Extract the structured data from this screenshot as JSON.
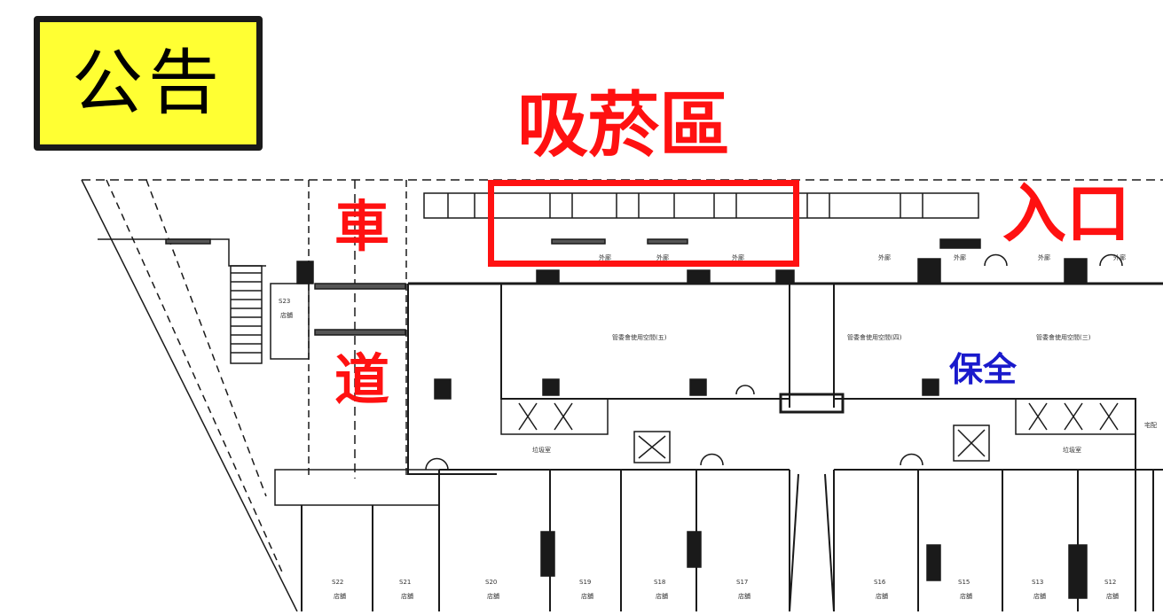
{
  "notice": {
    "label": "公告"
  },
  "labels": {
    "smoking_area": "吸菸區",
    "entrance": "入口",
    "car": "車",
    "road": "道",
    "security": "保全"
  },
  "rooms": {
    "outer_corridor": "外廊",
    "committee_5": "管委會使用空間(五)",
    "committee_4": "管委會使用空間(四)",
    "committee_3": "管委會使用空間(三)",
    "trash_room": "垃圾室",
    "delivery": "宅配",
    "shop": "店舖",
    "units": [
      "S23",
      "S22",
      "S21",
      "S20",
      "S19",
      "S18",
      "S17",
      "S16",
      "S15",
      "S13",
      "S12"
    ]
  },
  "colors": {
    "highlight": "#ff1111",
    "notice_bg": "#ffff33",
    "security": "#1a1acc",
    "line": "#1a1a1a"
  }
}
